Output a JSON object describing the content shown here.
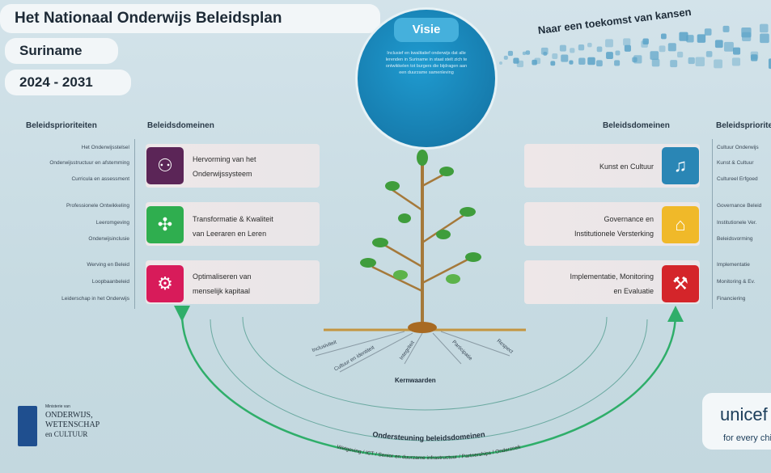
{
  "title": {
    "main": "Het Nationaal Onderwijs Beleidsplan",
    "country": "Suriname",
    "period": "2024 - 2031"
  },
  "vision": {
    "label": "Visie",
    "text": "Inclusief en kwalitatief onderwijs dat alle lerenden in Suriname in staat stelt zich te ontwikkelen tot burgers die bijdragen aan een duurzame samenleving"
  },
  "tagline": "Naar een toekomst van kansen",
  "left": {
    "priorities_header": "Beleidsprioriteiten",
    "domains_header": "Beleidsdomeinen",
    "groups": [
      {
        "priorities": [
          "Het Onderwijsstelsel",
          "Onderwijsstructuur en afstemming",
          "Curricula en assessment"
        ],
        "domain": [
          "Hervorming van het",
          "Onderwijssysteem"
        ],
        "color": "#5b2557"
      },
      {
        "priorities": [
          "Professionele Ontwikkeling",
          "Leeromgeving",
          "Onderwijsinclusie"
        ],
        "domain": [
          "Transformatie & Kwaliteit",
          "van Leeraren en Leren"
        ],
        "color": "#2fae4f"
      },
      {
        "priorities": [
          "Werving en Beleid",
          "Loopbaanbeleid",
          "Leiderschap in het Onderwijs"
        ],
        "domain": [
          "Optimaliseren van",
          "menselijk kapitaal"
        ],
        "color": "#d81b5a"
      }
    ]
  },
  "right": {
    "domains_header": "Beleidsdomeinen",
    "priorities_header": "Beleidsprioriteiten",
    "groups": [
      {
        "domain": [
          "Kunst en Cultuur"
        ],
        "priorities": [
          "Cultuur Onderwijs",
          "Kunst & Cultuur",
          "Cultureel Erfgoed"
        ],
        "color": "#2a86b5"
      },
      {
        "domain": [
          "Governance en",
          "Institutionele Versterking"
        ],
        "priorities": [
          "Governance Beleid",
          "Institutionele Ver.",
          "Beleidsvorming"
        ],
        "color": "#f0b929"
      },
      {
        "domain": [
          "Implementatie, Monitoring",
          "en Evaluatie"
        ],
        "priorities": [
          "Implementatie",
          "Monitoring & Ev.",
          "Financiering"
        ],
        "color": "#d4252a"
      }
    ]
  },
  "roots": [
    "Inclusiviteit",
    "Cultuur en identiteit",
    "Integriteit",
    "Participatie",
    "Respect"
  ],
  "core_values_label": "Kernwaarden",
  "arc_label": "Ondersteuning beleidsdomeinen",
  "outer_arc_label": "Wetgeving / ICT / Senior en duurzame infrastructuur / Partnerships / Onderzoek",
  "logo": {
    "top": "Ministerie van",
    "line1": "ONDERWIJS,",
    "line2": "WETENSCHAP",
    "line3": "en CULTUUR"
  },
  "unicef": {
    "name": "unicef",
    "tag": "for every child"
  }
}
